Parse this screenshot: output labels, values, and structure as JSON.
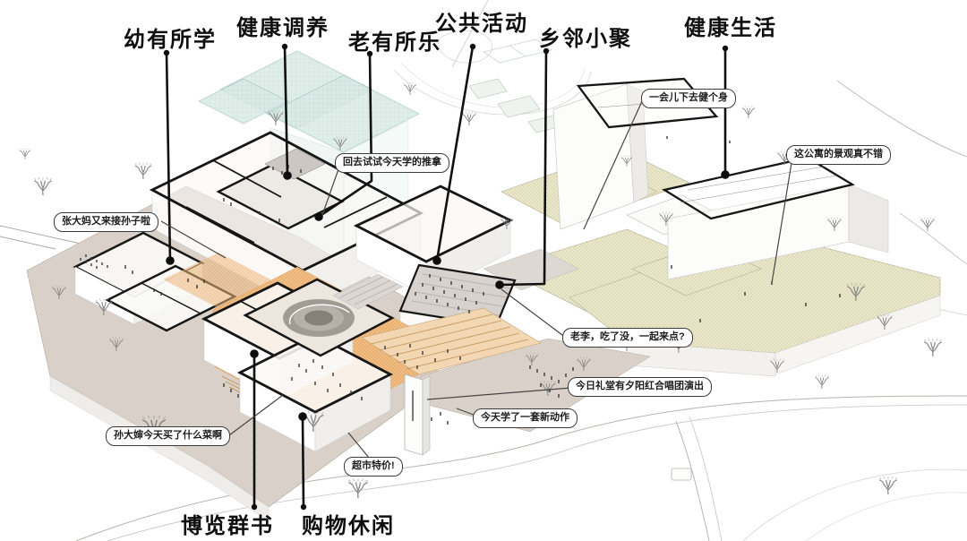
{
  "diagram": {
    "function_labels": [
      {
        "id": "kids-learning",
        "text": "幼有所学"
      },
      {
        "id": "health-care",
        "text": "健康调养"
      },
      {
        "id": "elderly-joy",
        "text": "老有所乐"
      },
      {
        "id": "public-activity",
        "text": "公共活动"
      },
      {
        "id": "neighbor-gathering",
        "text": "乡邻小聚"
      },
      {
        "id": "healthy-living",
        "text": "健康生活"
      },
      {
        "id": "reading",
        "text": "博览群书"
      },
      {
        "id": "shopping-leisure",
        "text": "购物休闲"
      }
    ],
    "speech_bubbles": [
      {
        "text": "张大妈又来接孙子啦"
      },
      {
        "text": "回去试试今天学的推拿"
      },
      {
        "text": "一会儿下去健个身"
      },
      {
        "text": "这公寓的景观真不错"
      },
      {
        "text": "老李，吃了没，一起来点?"
      },
      {
        "text": "今日礼堂有夕阳红合唱团演出"
      },
      {
        "text": "今天学了一套新动作"
      },
      {
        "text": "孙大婶今天买了什么菜啊"
      },
      {
        "text": "超市特价!"
      }
    ],
    "palette": {
      "plaza_orange": "#f2bc80",
      "terrace_khaki": "#eae7cb",
      "canopy_teal": "#d9eae5",
      "ground_taupe": "#dbd3cb",
      "leader_black": "#151515"
    }
  }
}
